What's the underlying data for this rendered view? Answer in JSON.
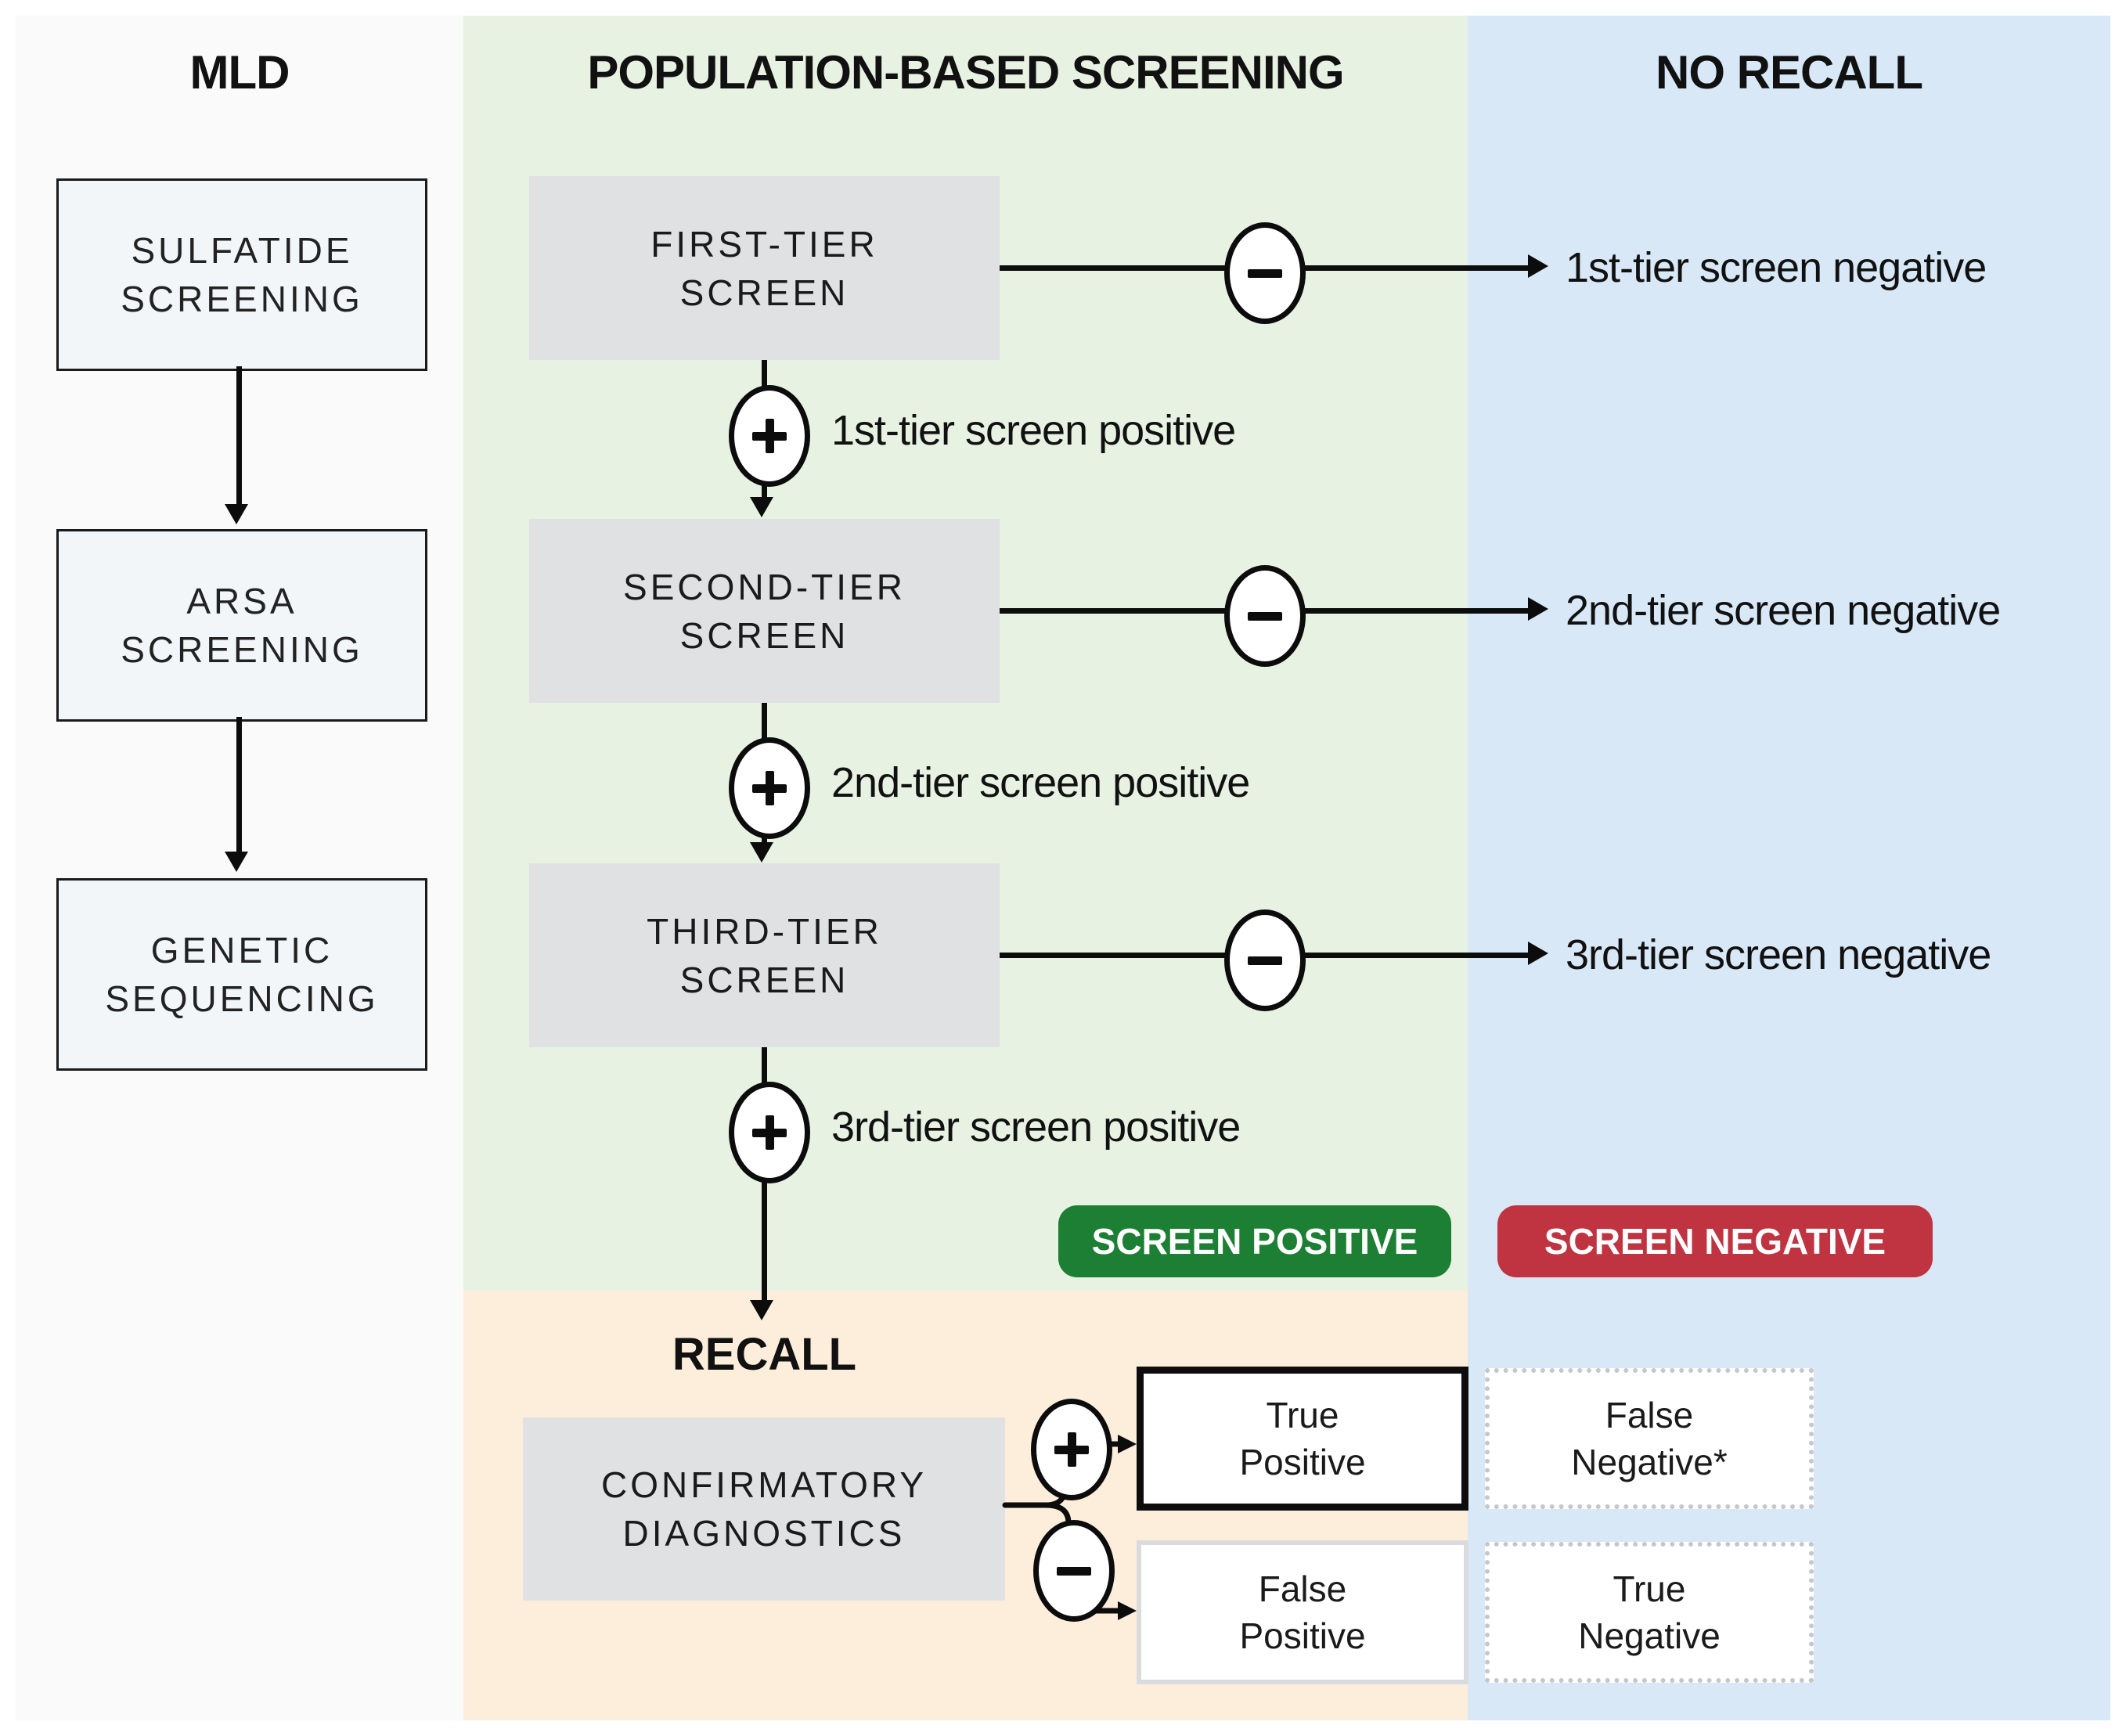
{
  "headers": {
    "left": "MLD",
    "center": "POPULATION-BASED SCREENING",
    "right": "NO RECALL"
  },
  "mld": {
    "boxes": [
      [
        "SULFATIDE",
        "SCREENING"
      ],
      [
        "ARSA",
        "SCREENING"
      ],
      [
        "GENETIC",
        "SEQUENCING"
      ]
    ]
  },
  "tiers": [
    {
      "box": [
        "FIRST-TIER",
        "SCREEN"
      ],
      "negative": "1st-tier screen negative",
      "positive": "1st-tier screen positive"
    },
    {
      "box": [
        "SECOND-TIER",
        "SCREEN"
      ],
      "negative": "2nd-tier screen negative",
      "positive": "2nd-tier screen positive"
    },
    {
      "box": [
        "THIRD-TIER",
        "SCREEN"
      ],
      "negative": "3rd-tier screen negative",
      "positive": "3rd-tier screen positive"
    }
  ],
  "badges": {
    "positive": "SCREEN POSITIVE",
    "negative": "SCREEN NEGATIVE"
  },
  "recall": {
    "title": "RECALL",
    "box": [
      "CONFIRMATORY",
      "DIAGNOSTICS"
    ],
    "outcomes": {
      "true_positive": [
        "True",
        "Positive"
      ],
      "false_positive": [
        "False",
        "Positive"
      ],
      "false_negative": [
        "False",
        "Negative*"
      ],
      "true_negative": [
        "True",
        "Negative"
      ]
    }
  },
  "icons": {
    "positive_result": "plus-icon",
    "negative_result": "minus-icon"
  },
  "colors": {
    "left_column": "#fafafa",
    "screening_column": "#e7f2e3",
    "no_recall_column": "#d8e8f6",
    "recall_section": "#fdeedc",
    "gray_box": "#e0e1e3",
    "mld_box_fill": "#f2f6f9",
    "badge_positive": "#1d7f33",
    "badge_negative": "#bf3440"
  }
}
